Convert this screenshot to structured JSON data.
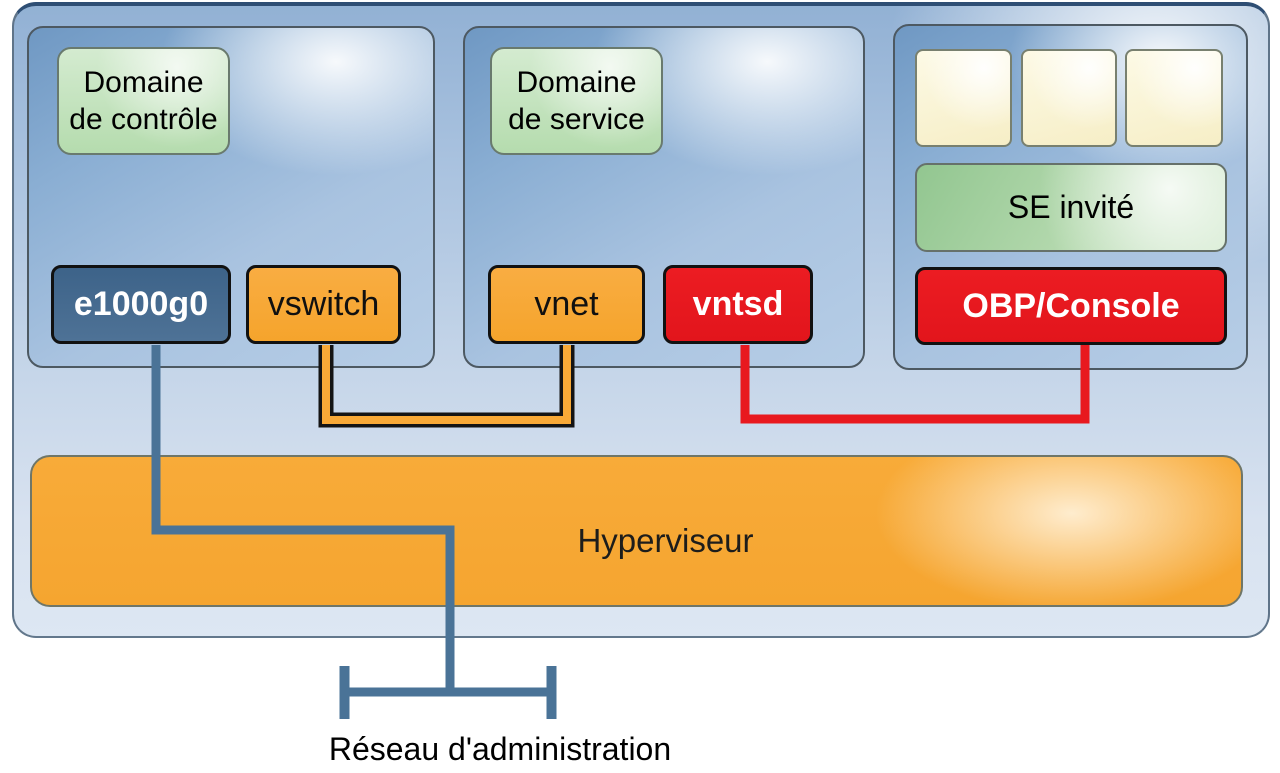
{
  "diagram": {
    "domains": [
      {
        "name": "control-domain",
        "label": "Domaine\nde contrôle",
        "components": [
          {
            "name": "e1000g0",
            "label": "e1000g0"
          },
          {
            "name": "vswitch",
            "label": "vswitch"
          }
        ]
      },
      {
        "name": "service-domain",
        "label": "Domaine\nde service",
        "components": [
          {
            "name": "vnet",
            "label": "vnet"
          },
          {
            "name": "vntsd",
            "label": "vntsd"
          }
        ]
      },
      {
        "name": "guest-domain",
        "os_label": "SE invité",
        "app_placeholder_count": 3,
        "components": [
          {
            "name": "obp-console",
            "label": "OBP/Console"
          }
        ]
      }
    ],
    "hypervisor": {
      "label": "Hyperviseur"
    },
    "admin_network": {
      "label": "Réseau d'administration"
    },
    "connections": [
      {
        "from": "e1000g0",
        "to": "admin-network",
        "color": "#4a7397"
      },
      {
        "from": "vswitch",
        "to": "vnet",
        "color": "#f8a937",
        "outline": "#141414"
      },
      {
        "from": "vntsd",
        "to": "obp-console",
        "color": "#e8191f"
      }
    ],
    "colors": {
      "container_blue": "#c3d4e8",
      "domain_blue": "#8aaed3",
      "orange": "#f8a937",
      "red": "#e8191f",
      "nic_dark_blue": "#44688e",
      "line_steel_blue": "#4a7397",
      "label_green": "#b5dcae",
      "app_cream": "#f9f2cf"
    }
  }
}
